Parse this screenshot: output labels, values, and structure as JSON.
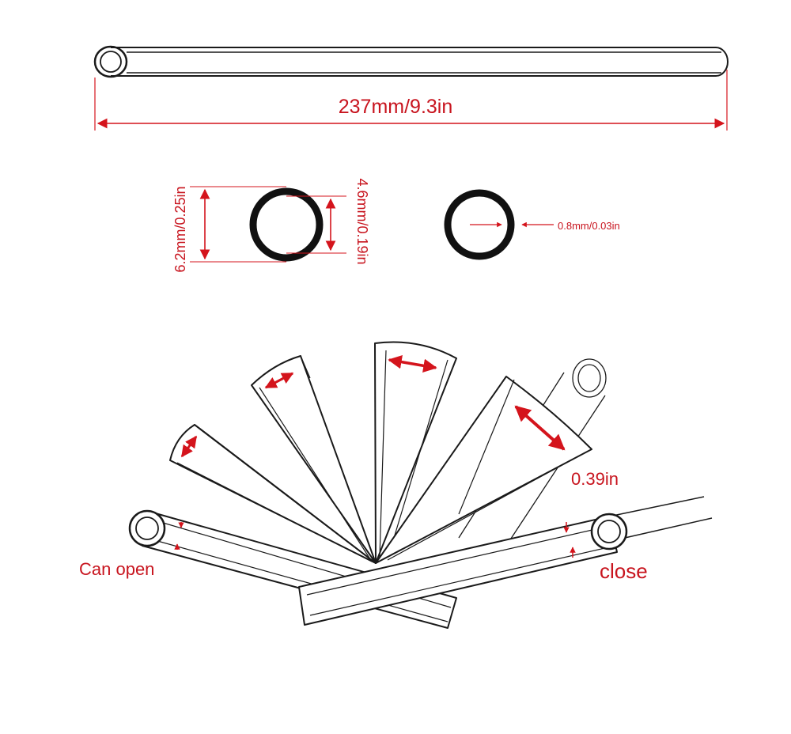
{
  "dimensions": {
    "length": "237mm/9.3in",
    "outer_diameter": "6.2mm/0.25in",
    "inner_diameter": "4.6mm/0.19in",
    "wall_thickness": "0.8mm/0.03in",
    "opening_width": "0.39in"
  },
  "labels": {
    "can_open": "Can open",
    "close": "close"
  },
  "colors": {
    "line": "#1a1a1a",
    "annotation": "#d4141c",
    "label_text": "#c8141e"
  }
}
